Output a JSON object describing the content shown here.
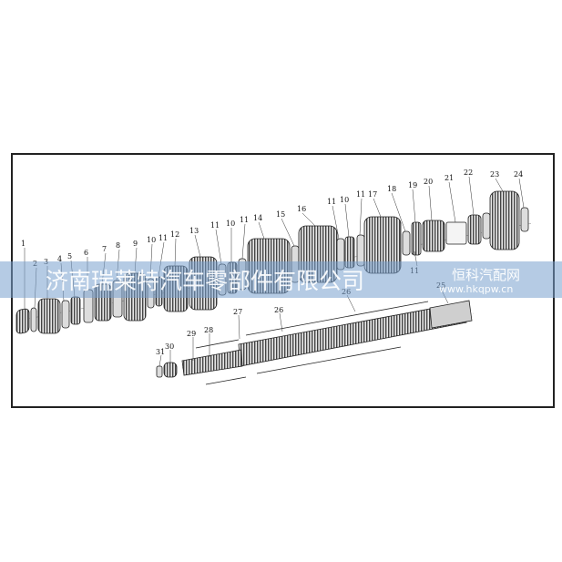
{
  "callouts": [
    {
      "id": "c1",
      "text": "1"
    },
    {
      "id": "c2",
      "text": "2"
    },
    {
      "id": "c3",
      "text": "3"
    },
    {
      "id": "c4",
      "text": "4"
    },
    {
      "id": "c5",
      "text": "5"
    },
    {
      "id": "c6",
      "text": "6"
    },
    {
      "id": "c7",
      "text": "7"
    },
    {
      "id": "c8",
      "text": "8"
    },
    {
      "id": "c9",
      "text": "9"
    },
    {
      "id": "c10a",
      "text": "10"
    },
    {
      "id": "c11a",
      "text": "11"
    },
    {
      "id": "c12",
      "text": "12"
    },
    {
      "id": "c13",
      "text": "13"
    },
    {
      "id": "c11b",
      "text": "11"
    },
    {
      "id": "c10b",
      "text": "10"
    },
    {
      "id": "c11c",
      "text": "11"
    },
    {
      "id": "c14",
      "text": "14"
    },
    {
      "id": "c15",
      "text": "15"
    },
    {
      "id": "c16",
      "text": "16"
    },
    {
      "id": "c11d",
      "text": "11"
    },
    {
      "id": "c10c",
      "text": "10"
    },
    {
      "id": "c11e",
      "text": "11"
    },
    {
      "id": "c17",
      "text": "17"
    },
    {
      "id": "c18",
      "text": "18"
    },
    {
      "id": "c19",
      "text": "19"
    },
    {
      "id": "c20",
      "text": "20"
    },
    {
      "id": "c21",
      "text": "21"
    },
    {
      "id": "c22",
      "text": "22"
    },
    {
      "id": "c23",
      "text": "23"
    },
    {
      "id": "c24",
      "text": "24"
    },
    {
      "id": "c11f",
      "text": "11"
    },
    {
      "id": "c25",
      "text": "25"
    },
    {
      "id": "c26a",
      "text": "26"
    },
    {
      "id": "c26b",
      "text": "26"
    },
    {
      "id": "c27",
      "text": "27"
    },
    {
      "id": "c28",
      "text": "28"
    },
    {
      "id": "c29",
      "text": "29"
    },
    {
      "id": "c30",
      "text": "30"
    },
    {
      "id": "c31",
      "text": "31"
    }
  ],
  "watermark": {
    "company": "济南瑞莱特汽车零部件有限公司",
    "brand": "恒科汽配网",
    "url": "www.hkqpw.cn",
    "band_color": "#78a0cd"
  },
  "colors": {
    "line": "#222222",
    "gear": "#555555",
    "gear_light": "#cfcfcf"
  }
}
